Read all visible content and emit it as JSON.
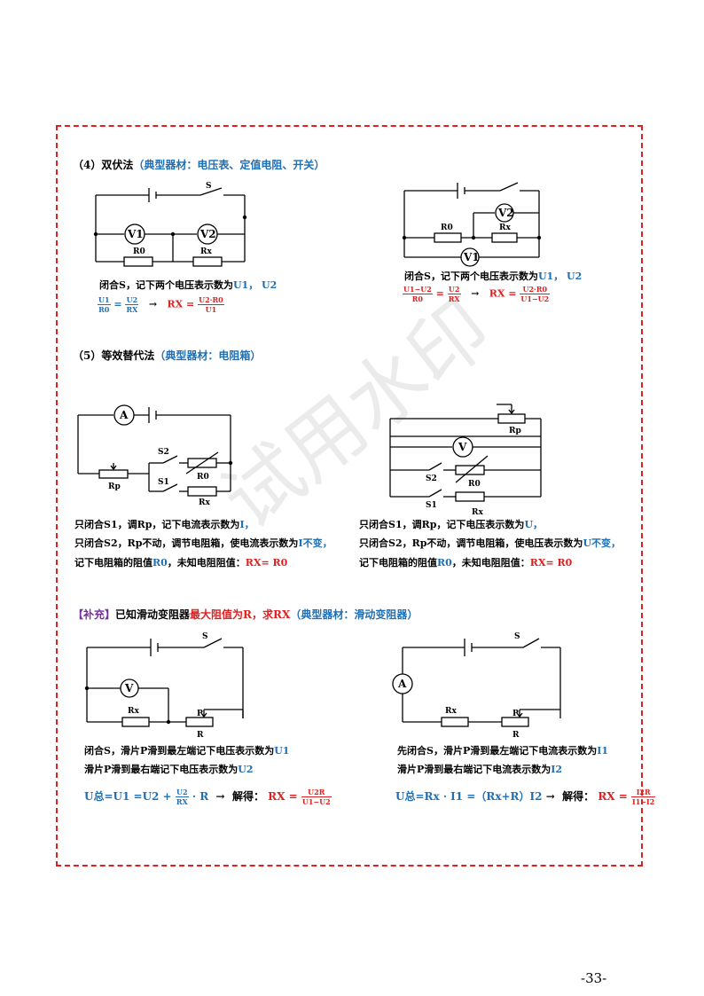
{
  "watermark": "试用水印",
  "page_number": "-33-",
  "section4": {
    "heading": "（4）双伏法",
    "equipment": "（典型器材：电压表、定值电阻、开关）",
    "left": {
      "label_S": "S",
      "label_V1": "V1",
      "label_V2": "V2",
      "label_R0": "R0",
      "label_Rx": "Rx",
      "step": "闭合S，记下两个电压表示数为",
      "step_vals": "U1，  U2",
      "eq_left_n": "U1",
      "eq_left_d": "R0",
      "eq_mid": "=",
      "eq_right_n": "U2",
      "eq_right_d": "RX",
      "arrow": "→",
      "result_lhs": "RX =",
      "result_n": "U2·R0",
      "result_d": "U1"
    },
    "right": {
      "label_S": "",
      "label_V1": "V1",
      "label_V2": "V2",
      "label_R0": "R0",
      "label_Rx": "Rx",
      "step": "闭合S，记下两个电压表示数为",
      "step_vals": "U1，  U2",
      "eq_left_n": "U1−U2",
      "eq_left_d": "R0",
      "eq_mid": "=",
      "eq_right_n": "U2",
      "eq_right_d": "RX",
      "arrow": "→",
      "result_lhs": "RX =",
      "result_n": "U2·R0",
      "result_d": "U1−U2"
    }
  },
  "section5": {
    "heading": "（5）等效替代法",
    "equipment": "（典型器材：电阻箱）",
    "left": {
      "label_A": "A",
      "label_Rp": "Rp",
      "label_S2": "S2",
      "label_S1": "S1",
      "label_R0": "R0",
      "label_Rx": "Rx",
      "line1": "只闭合S1，调Rp，记下电流表示数为",
      "line1_val": "I，",
      "line2": "只闭合S2，Rp不动，调节电阻箱，使电流表示数为",
      "line2_val": "I不变，",
      "line3": "记下电阻箱的阻值",
      "line3_val": "R0",
      "line3_b": "，未知电阻阻值：",
      "line3_res": "RX= R0"
    },
    "right": {
      "label_V": "V",
      "label_Rp": "Rp",
      "label_S2": "S2",
      "label_S1": "S1",
      "label_R0": "R0",
      "label_Rx": "Rx",
      "line1": "只闭合S1，调Rp，记下电压表示数为",
      "line1_val": "U，",
      "line2": "只闭合S2，Rp不动，调节电阻箱，使电压表示数为",
      "line2_val": "U不变，",
      "line3": "记下电阻箱的阻值",
      "line3_val": "R0",
      "line3_b": "，未知电阻阻值：",
      "line3_res": "RX= R0"
    }
  },
  "supplement": {
    "tag": "【补充】",
    "text_a": "已知滑动变阻器",
    "text_b": "最大阻值为R，",
    "text_c": "求RX",
    "equipment": "（典型器材：滑动变阻器）",
    "left": {
      "label_S": "S",
      "label_V": "V",
      "label_Rx": "Rx",
      "label_P": "P",
      "label_R": "R",
      "line1": "闭合S，滑片P滑到最左端记下电压表示数为",
      "line1_val": "U1",
      "line2": "滑片P滑到最右端记下电压表示数为",
      "line2_val": "U2",
      "formula_a": "U总=U1 =U2 +",
      "formula_n": "U2",
      "formula_d": "RX",
      "formula_b": "· R",
      "arrow": "→",
      "solve": "解得：",
      "result_lhs": "RX =",
      "result_n": "U2R",
      "result_d": "U1−U2"
    },
    "right": {
      "label_S": "S",
      "label_A": "A",
      "label_Rx": "Rx",
      "label_P": "P",
      "label_R": "R",
      "line1": "先闭合S，滑片P滑到最左端记下电流表示数为",
      "line1_val": "I1",
      "line2": "滑片P滑到最右端记下电流表示数为",
      "line2_val": "I2",
      "formula_a": "U总=Rx · I1 =（Rx+R）I2",
      "arrow": "→",
      "solve": "解得：",
      "result_lhs": "RX =",
      "result_n": "I2R",
      "result_d": "I1−I2"
    }
  },
  "colors": {
    "border": "#e02020",
    "blue": "#1f6fb5",
    "red": "#e02020",
    "purple": "#7a2fa0"
  }
}
